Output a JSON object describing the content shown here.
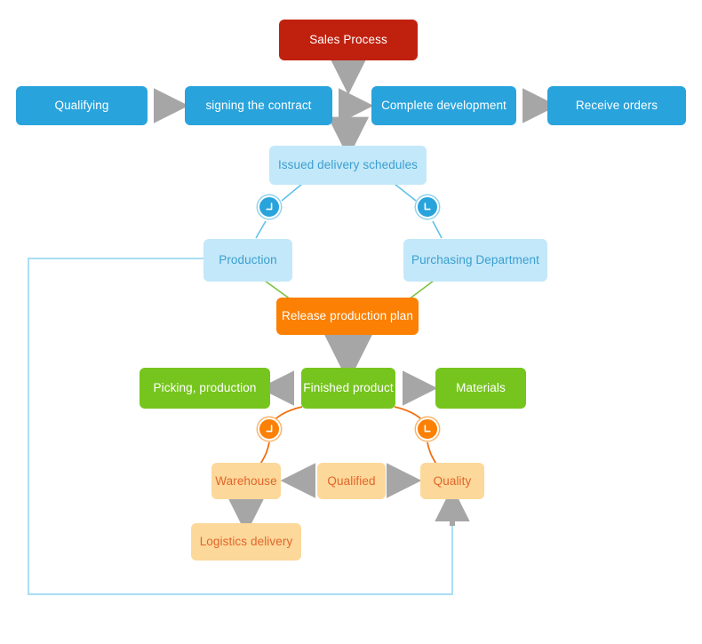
{
  "diagram": {
    "title_node": {
      "label": "Sales Process",
      "color": "#c0210f"
    },
    "palette": {
      "red": "#c0210f",
      "blue": "#29a3dc",
      "light_blue": "#c3e8f9",
      "orange": "#fb8004",
      "green": "#76c51e",
      "peach": "#fcd89a",
      "peach_text": "#e2652a",
      "arrow_gray": "#a6a6a6",
      "loop_blue": "#aadef5",
      "green_link": "#7cc242",
      "orange_link": "#f07012"
    },
    "stage_sales": [
      {
        "label": "Qualifying"
      },
      {
        "label": "signing the contract"
      },
      {
        "label": "Complete development"
      },
      {
        "label": "Receive orders"
      }
    ],
    "stage_planning": [
      {
        "label": "Issued delivery schedules"
      },
      {
        "label": "Production"
      },
      {
        "label": "Purchasing Department"
      }
    ],
    "stage_release": [
      {
        "label": "Release production plan"
      }
    ],
    "stage_production": [
      {
        "label": "Picking, production"
      },
      {
        "label": "Finished product"
      },
      {
        "label": "Materials"
      }
    ],
    "stage_logistics": [
      {
        "label": "Warehouse"
      },
      {
        "label": "Qualified"
      },
      {
        "label": "Quality"
      },
      {
        "label": "Logistics delivery"
      }
    ],
    "badges": [
      {
        "name": "badge-production",
        "icon": "arrow-down-left-icon",
        "color": "#29a3dc"
      },
      {
        "name": "badge-purchasing",
        "icon": "arrow-down-right-icon",
        "color": "#29a3dc"
      },
      {
        "name": "badge-warehouse",
        "icon": "arrow-down-left-icon",
        "color": "#fb8004"
      },
      {
        "name": "badge-quality",
        "icon": "arrow-down-right-icon",
        "color": "#fb8004"
      }
    ]
  }
}
